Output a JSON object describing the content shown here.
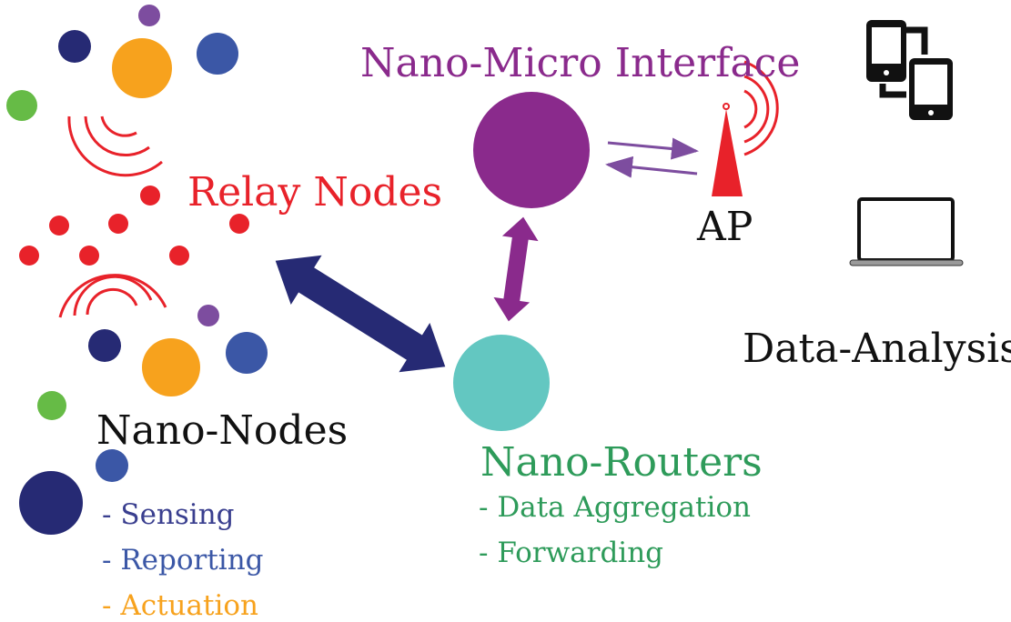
{
  "labels": {
    "nano_micro_interface": "Nano-Micro Interface",
    "relay_nodes": "Relay Nodes",
    "ap": "AP",
    "data_analysis": "Data-Analysis",
    "nano_nodes": "Nano-Nodes",
    "nano_routers": "Nano-Routers"
  },
  "nano_node_functions": [
    "- Sensing",
    "- Reporting",
    "- Actuation"
  ],
  "nano_router_functions": [
    "- Data Aggregation",
    "- Forwarding"
  ],
  "colors": {
    "interface": "#8a2a8c",
    "relay": "#e8222a",
    "router": "#63c7c1",
    "node_navy": "#262a74",
    "node_blue": "#3b57a6",
    "node_orange": "#f7a21d",
    "node_green": "#66bb46",
    "node_purple": "#7d4d9f",
    "router_text": "#2e9b5a",
    "black": "#111111"
  },
  "icons": {
    "devices": "phone-tablet-sync-icon",
    "laptop": "laptop-icon",
    "antenna": "antenna-tower-icon"
  }
}
